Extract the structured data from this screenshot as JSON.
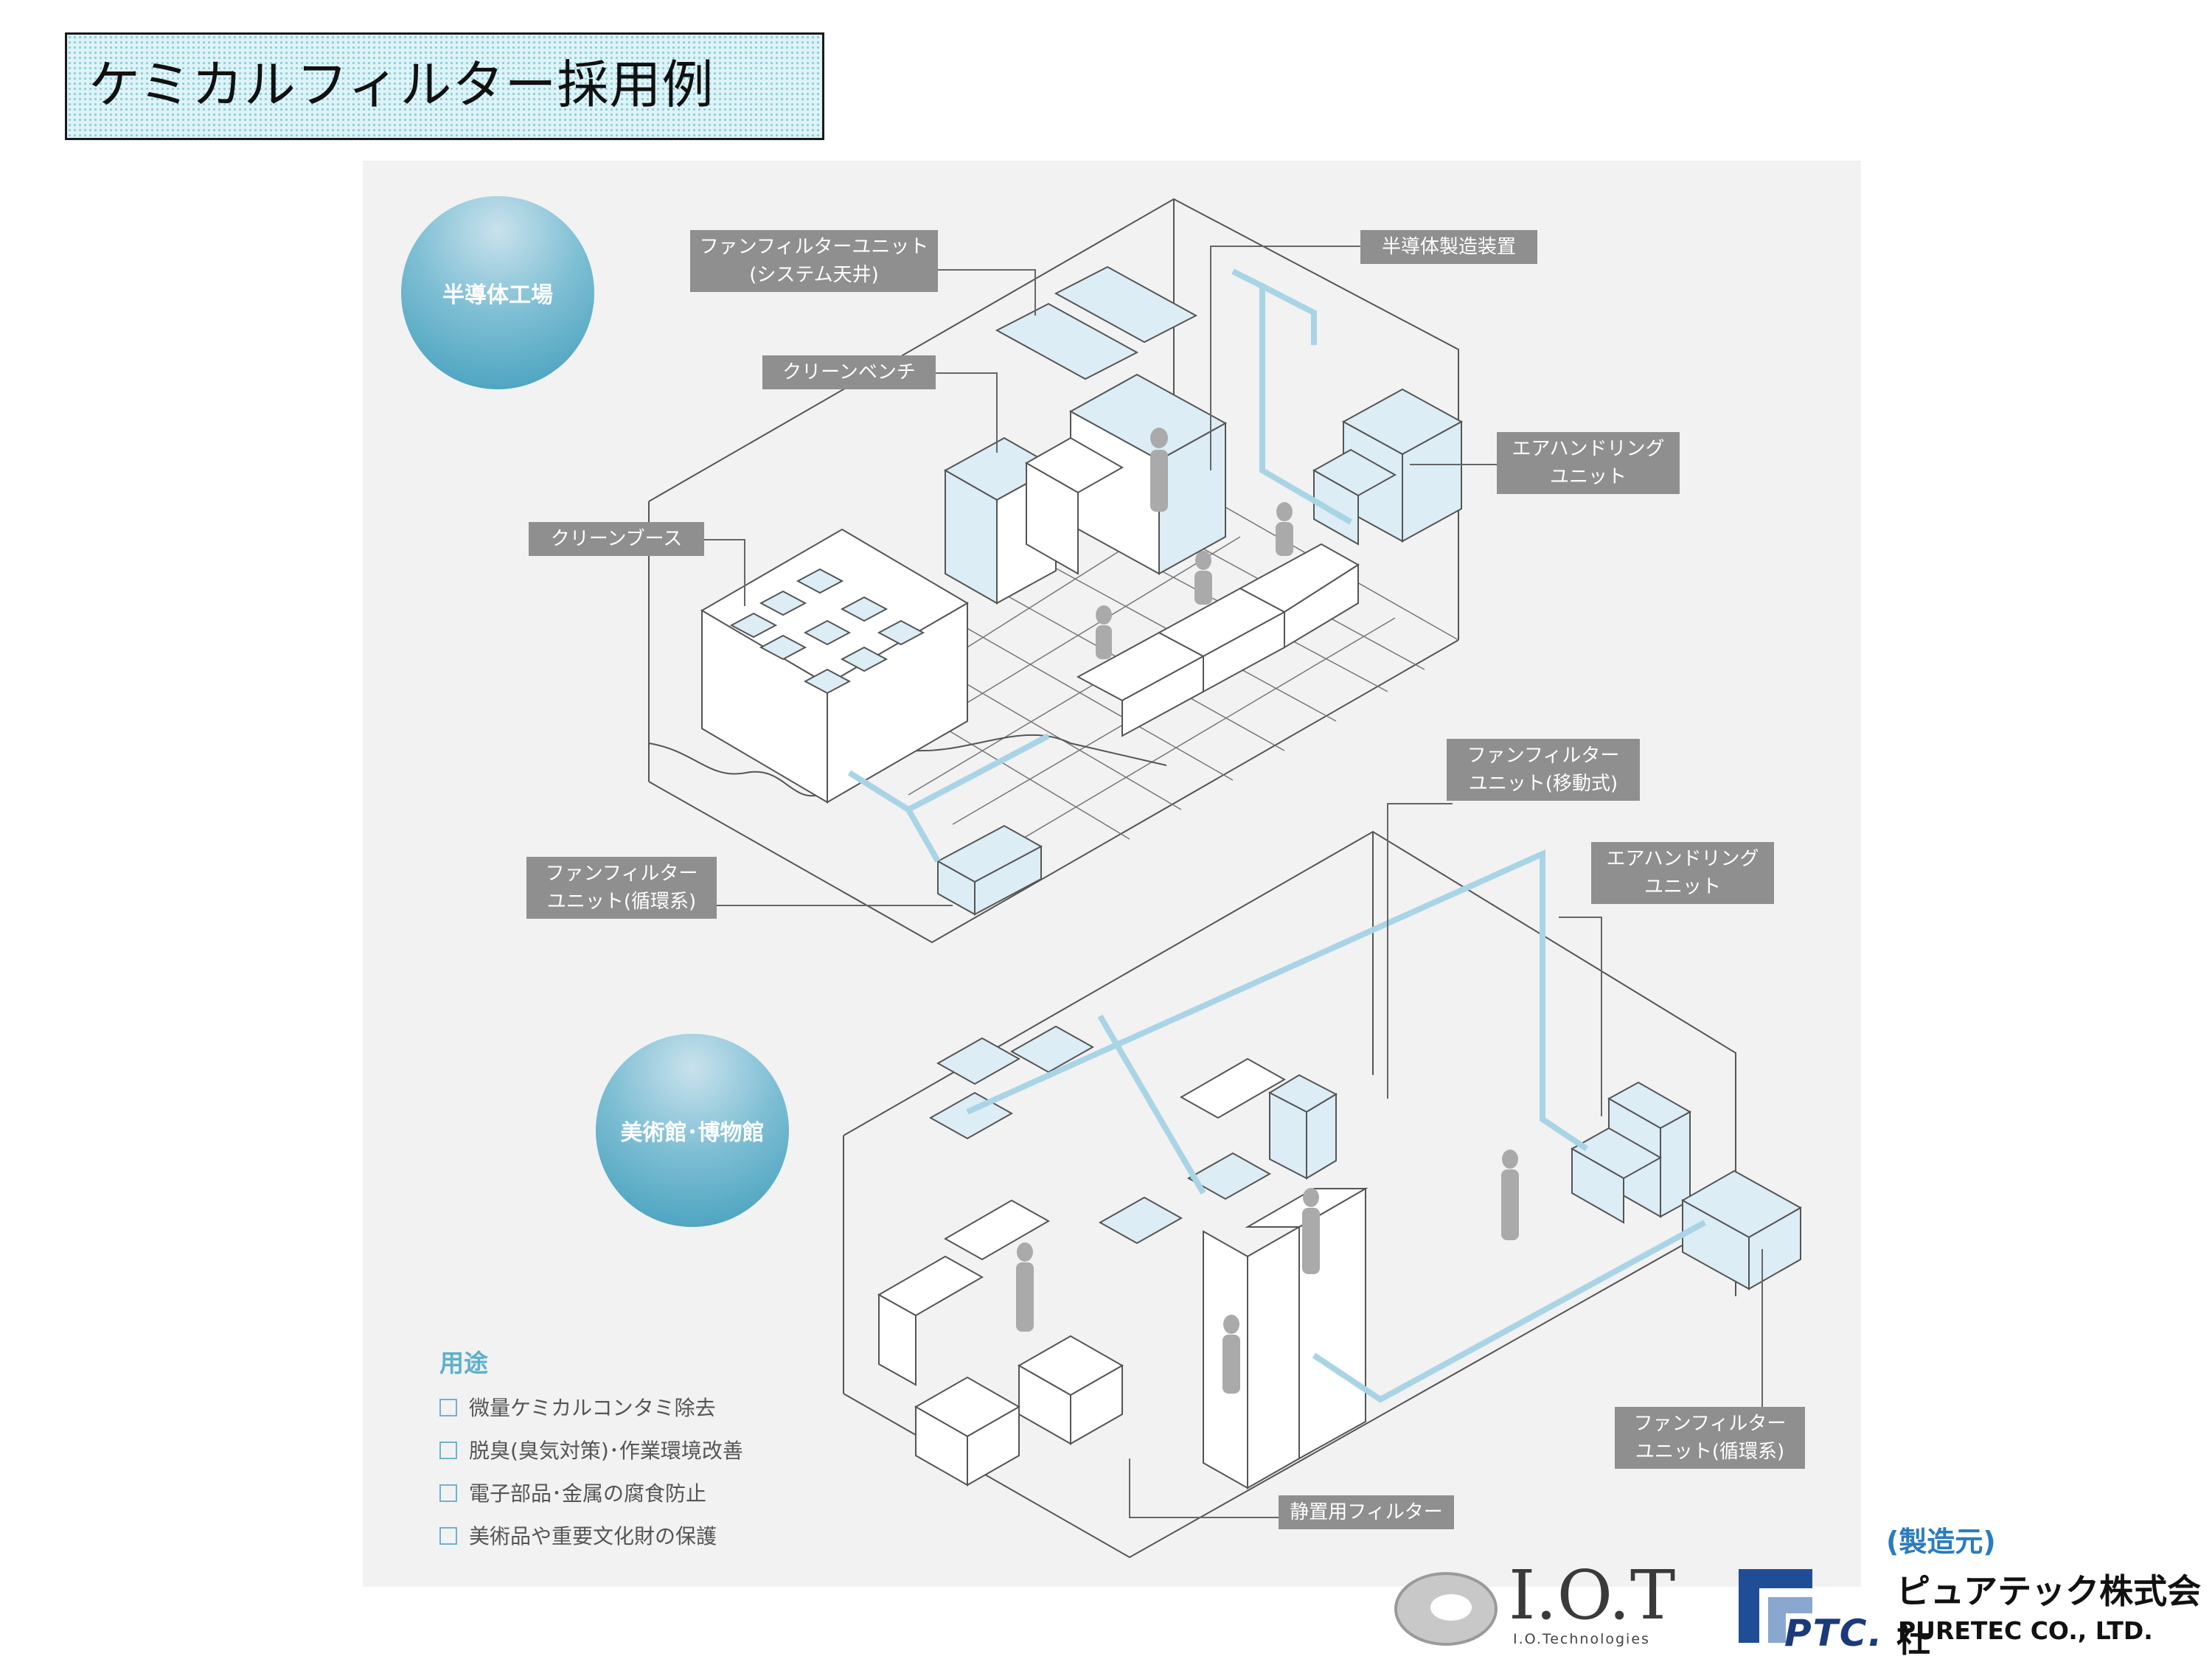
{
  "title": "ケミカルフィルター採用例",
  "sections": {
    "fab": "半導体工場",
    "museum": "美術館･博物館"
  },
  "callouts": {
    "ffu_ceiling_1": "ファンフィルターユニット",
    "ffu_ceiling_2": "(システム天井)",
    "equipment": "半導体製造装置",
    "clean_bench": "クリーンベンチ",
    "ahu_top_1": "エアハンドリング",
    "ahu_top_2": "ユニット",
    "clean_booth": "クリーンブース",
    "ffu_circ_top_1": "ファンフィルター",
    "ffu_circ_top_2": "ユニット(循環系)",
    "ffu_mobile_1": "ファンフィルター",
    "ffu_mobile_2": "ユニット(移動式)",
    "ahu_bottom_1": "エアハンドリング",
    "ahu_bottom_2": "ユニット",
    "ffu_circ_bottom_1": "ファンフィルター",
    "ffu_circ_bottom_2": "ユニット(循環系)",
    "static_filter": "静置用フィルター"
  },
  "uses": {
    "title": "用途",
    "items": [
      "微量ケミカルコンタミ除去",
      "脱臭(臭気対策)･作業環境改善",
      "電子部品･金属の腐食防止",
      "美術品や重要文化財の保護"
    ]
  },
  "manufacturer": {
    "label": "(製造元)",
    "iot_name": "I.O.T",
    "iot_sub": "I.O.Technologies",
    "ptc_name": "PTC.",
    "puretec_jp": "ピュアテック株式会社",
    "puretec_en": "PURETEC CO., LTD."
  },
  "colors": {
    "duct": "#a9d4e6",
    "unit_fill": "#dcedf6",
    "callout_bg": "#8f8f8f",
    "circle": "#3e9cbb",
    "title_bg": "#dff3f6",
    "maker_label": "#2b7bbf"
  }
}
